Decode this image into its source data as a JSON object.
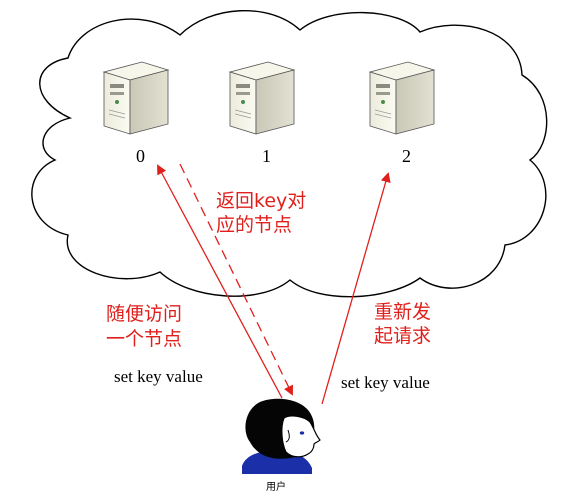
{
  "cluster": {
    "nodes": [
      {
        "id": "0"
      },
      {
        "id": "1"
      },
      {
        "id": "2"
      }
    ]
  },
  "notes": {
    "return_line1": "返回key对",
    "return_line2": "应的节点",
    "random_line1": "随便访问",
    "random_line2": "一个节点",
    "resend_line1": "重新发",
    "resend_line2": "起请求"
  },
  "commands": {
    "left": "set key value",
    "right": "set key value"
  },
  "user": {
    "label": "用户"
  },
  "colors": {
    "arrow": "#e0201c",
    "text_red": "#e0201c",
    "cloud_stroke": "#000000",
    "server_body": "#f2f2e4",
    "server_side": "#d8d8c8",
    "user_hair": "#050505",
    "user_shirt": "#1a2fa8"
  },
  "icons": {
    "server": "server-tower-icon",
    "user": "user-avatar-icon"
  }
}
